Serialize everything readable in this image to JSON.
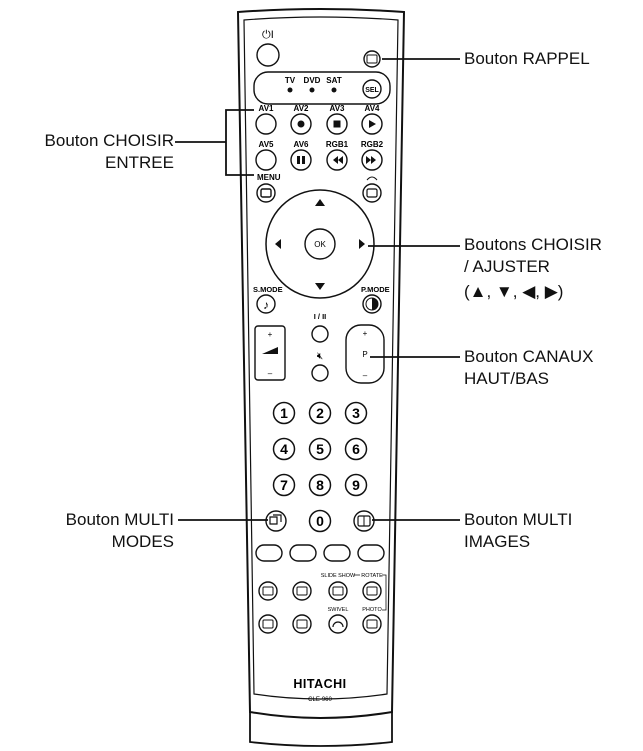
{
  "remote": {
    "power_label": "⏻I",
    "source_labels": [
      "TV",
      "DVD",
      "SAT"
    ],
    "sel_label": "SEL",
    "input_labels_row1": [
      "AV1",
      "AV2",
      "AV3",
      "AV4"
    ],
    "input_labels_row2": [
      "AV5",
      "AV6",
      "RGB1",
      "RGB2"
    ],
    "menu_label": "MENU",
    "ok_label": "OK",
    "smode_label": "S.MODE",
    "pmode_label": "P.MODE",
    "mono_stereo_label": "Ι / ΙΙ",
    "volume_plus": "+",
    "volume_minus": "–",
    "channel_plus": "+",
    "channel_p": "P",
    "channel_minus": "–",
    "digits": [
      "1",
      "2",
      "3",
      "4",
      "5",
      "6",
      "7",
      "8",
      "9",
      "0"
    ],
    "slideshow_label": "SLIDE SHOW",
    "rotate_label": "ROTATE",
    "swivel_label": "SWIVEL",
    "photo_label": "PHOTO",
    "brand": "HITACHI",
    "model": "CLE-960"
  },
  "callouts": {
    "rappel": [
      "Bouton RAPPEL"
    ],
    "choisir_entree": [
      "Bouton CHOISIR",
      "ENTREE"
    ],
    "choisir_ajuster": [
      "Boutons CHOISIR",
      "/ AJUSTER",
      "(▲, ▼, ◀, ▶)"
    ],
    "canaux": [
      "Bouton CANAUX",
      "HAUT/BAS"
    ],
    "multi_modes": [
      "Bouton MULTI",
      "MODES"
    ],
    "multi_images": [
      "Bouton MULTI",
      "IMAGES"
    ]
  }
}
